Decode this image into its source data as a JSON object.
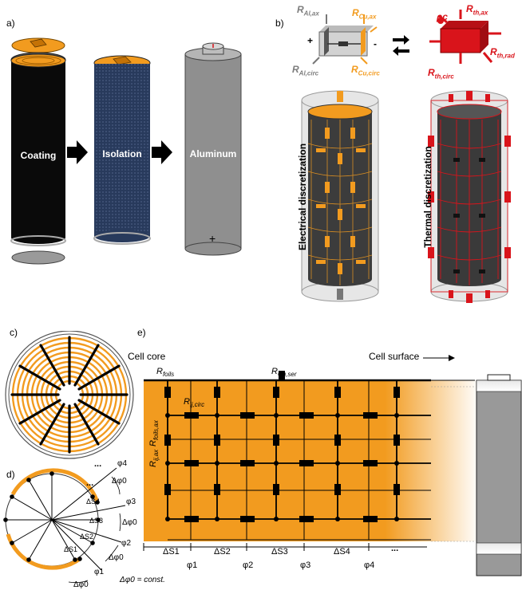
{
  "panels": {
    "a": "a)",
    "b": "b)",
    "c": "c)",
    "d": "d)",
    "e": "e)"
  },
  "panel_a": {
    "cells": [
      "Coating",
      "Isolation",
      "Aluminum"
    ],
    "plus_sign": "+"
  },
  "panel_b": {
    "elec_labels": {
      "r_al_ax": [
        "R",
        "Al,ax"
      ],
      "r_cu_ax": [
        "R",
        "Cu,ax"
      ],
      "r_al_circ": [
        "R",
        "Al,circ"
      ],
      "r_cu_circ": [
        "R",
        "Cu,circ"
      ],
      "plus": "+",
      "minus": "-"
    },
    "therm_labels": {
      "rho_c": "ρc",
      "r_th_ax": [
        "R",
        "th,ax"
      ],
      "r_th_rad": [
        "R",
        "th,rad"
      ],
      "r_th_circ": [
        "R",
        "th,circ"
      ]
    },
    "electrical_discretization": "Electrical discretization",
    "thermal_discretization": "Thermal discretization"
  },
  "panel_d": {
    "phi_labels": [
      "φ1",
      "φ2",
      "φ3",
      "φ4"
    ],
    "ds_labels": [
      "ΔS1",
      "ΔS2",
      "ΔS3",
      "ΔS4"
    ],
    "dphi": "Δφ0",
    "ellipsis": "...",
    "const_note": "Δφ0 = const."
  },
  "panel_e": {
    "cell_core": "Cell core",
    "cell_surface": "Cell surface",
    "r_foils": [
      "R",
      "foils"
    ],
    "r_cu_ser": [
      "R",
      "Cu,ser"
    ],
    "r_foils_ax": [
      "R",
      "foils,ax"
    ],
    "r_ij_circ": [
      "R",
      "ij,circ"
    ],
    "r_ij_ax": [
      "R",
      "ij,ax"
    ],
    "ds_labels": [
      "ΔS1",
      "ΔS2",
      "ΔS3",
      "ΔS4"
    ],
    "phi_labels": [
      "φ1",
      "φ2",
      "φ3",
      "φ4"
    ],
    "ellipsis": "..."
  },
  "colors": {
    "orange": "#f29b1f",
    "red": "#d9141b",
    "dark_cell": "#2a2a2a",
    "isolation": "#283a5c",
    "aluminum": "#8c8c8c"
  }
}
